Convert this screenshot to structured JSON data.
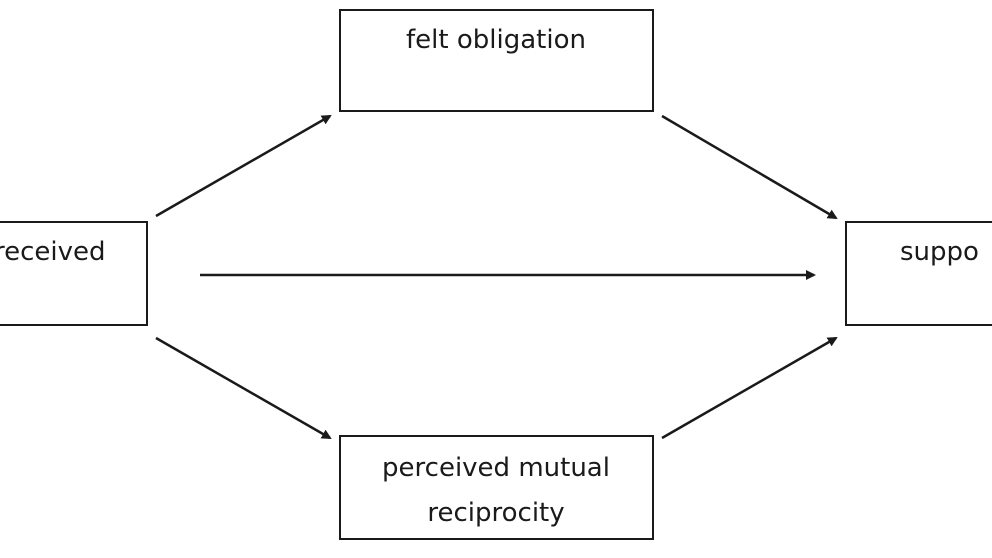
{
  "diagram": {
    "nodes": {
      "left": {
        "lines": [
          "received"
        ]
      },
      "top": {
        "lines": [
          "felt obligation"
        ]
      },
      "right": {
        "lines": [
          "suppo"
        ]
      },
      "bottom": {
        "lines": [
          "perceived mutual",
          "reciprocity"
        ]
      }
    }
  }
}
